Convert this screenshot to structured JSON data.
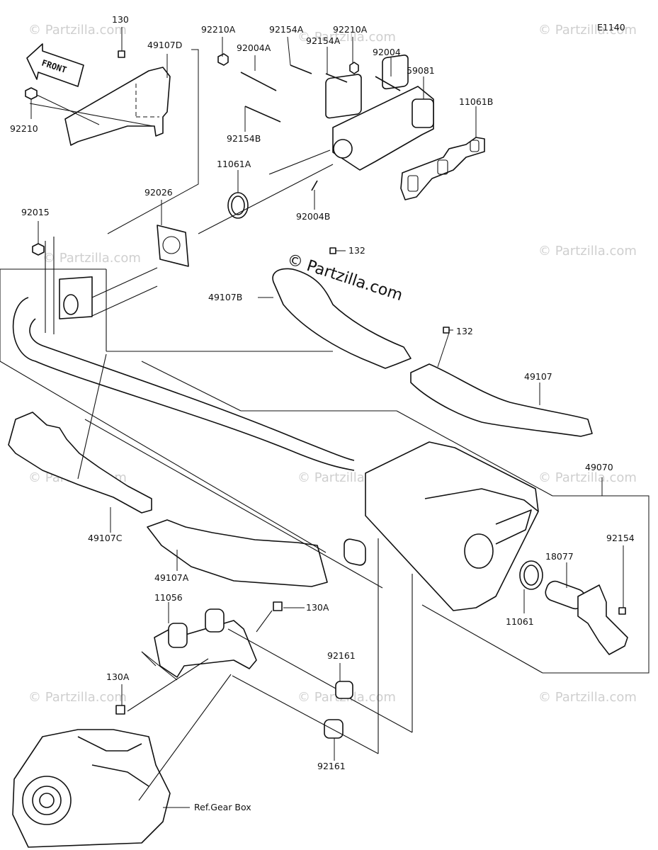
{
  "diagram_code": "E1140",
  "front_arrow_label": "FRONT",
  "watermark_short": "© Partzilla.com",
  "watermark_main": "© Partzilla.com",
  "callouts": {
    "c130": "130",
    "c49107D": "49107D",
    "c92210": "92210",
    "c92210A_1": "92210A",
    "c92004A": "92004A",
    "c92154A_1": "92154A",
    "c92210A_2": "92210A",
    "c92154A_2": "92154A",
    "c92004": "92004",
    "c59081": "59081",
    "c11061B": "11061B",
    "c92154B": "92154B",
    "c11061A": "11061A",
    "c92004B": "92004B",
    "c92026": "92026",
    "c92015": "92015",
    "c132_1": "132",
    "c49107B": "49107B",
    "c132_2": "132",
    "c49107": "49107",
    "c49070": "49070",
    "c49107C": "49107C",
    "c49107A": "49107A",
    "c92154": "92154",
    "c18077": "18077",
    "c11061": "11061",
    "c11056": "11056",
    "c130A_1": "130A",
    "c130A_2": "130A",
    "c92161_1": "92161",
    "c92161_2": "92161",
    "refGearBox": "Ref.Gear Box"
  }
}
